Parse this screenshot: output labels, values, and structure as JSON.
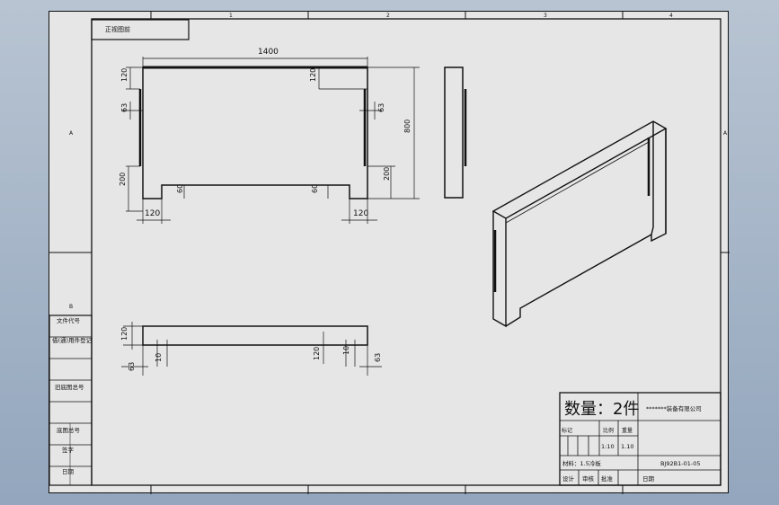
{
  "drawing": {
    "view_tag": "正视图前",
    "front_view_dims": {
      "width": "1400",
      "left_top": "120",
      "right_top": "120",
      "left_slot": "63",
      "right_slot": "63",
      "height": "800",
      "left_low": "200",
      "right_low": "200",
      "notch_left_h": "60",
      "notch_right_h": "60",
      "notch_left_w": "120",
      "notch_right_w": "120"
    },
    "top_view_dims": {
      "height": "120",
      "left_slot": "63",
      "left_gap": "10",
      "right_h": "120",
      "right_gap": "10",
      "right_slot": "63"
    }
  },
  "side_table": {
    "rows": [
      "文件代号",
      "借(通)用件登记",
      "旧底图总号",
      "底图总号",
      "签字",
      "日期"
    ]
  },
  "title_block": {
    "quantity": "数量：2件",
    "company": "*******装备有限公司",
    "scale_label": "比例",
    "scale_value": "1:10",
    "weight_label": "重量",
    "count_value": "1.10",
    "mark_label": "标记",
    "material": "材料：1.5冷板",
    "drawing_no": "BJ92B1-01-05",
    "designer": "设计",
    "checker": "审核",
    "approver": "批准",
    "date_label": "日期"
  },
  "frame_marks": {
    "top": [
      "1",
      "2",
      "3",
      "4"
    ],
    "side": [
      "A",
      "B"
    ]
  }
}
